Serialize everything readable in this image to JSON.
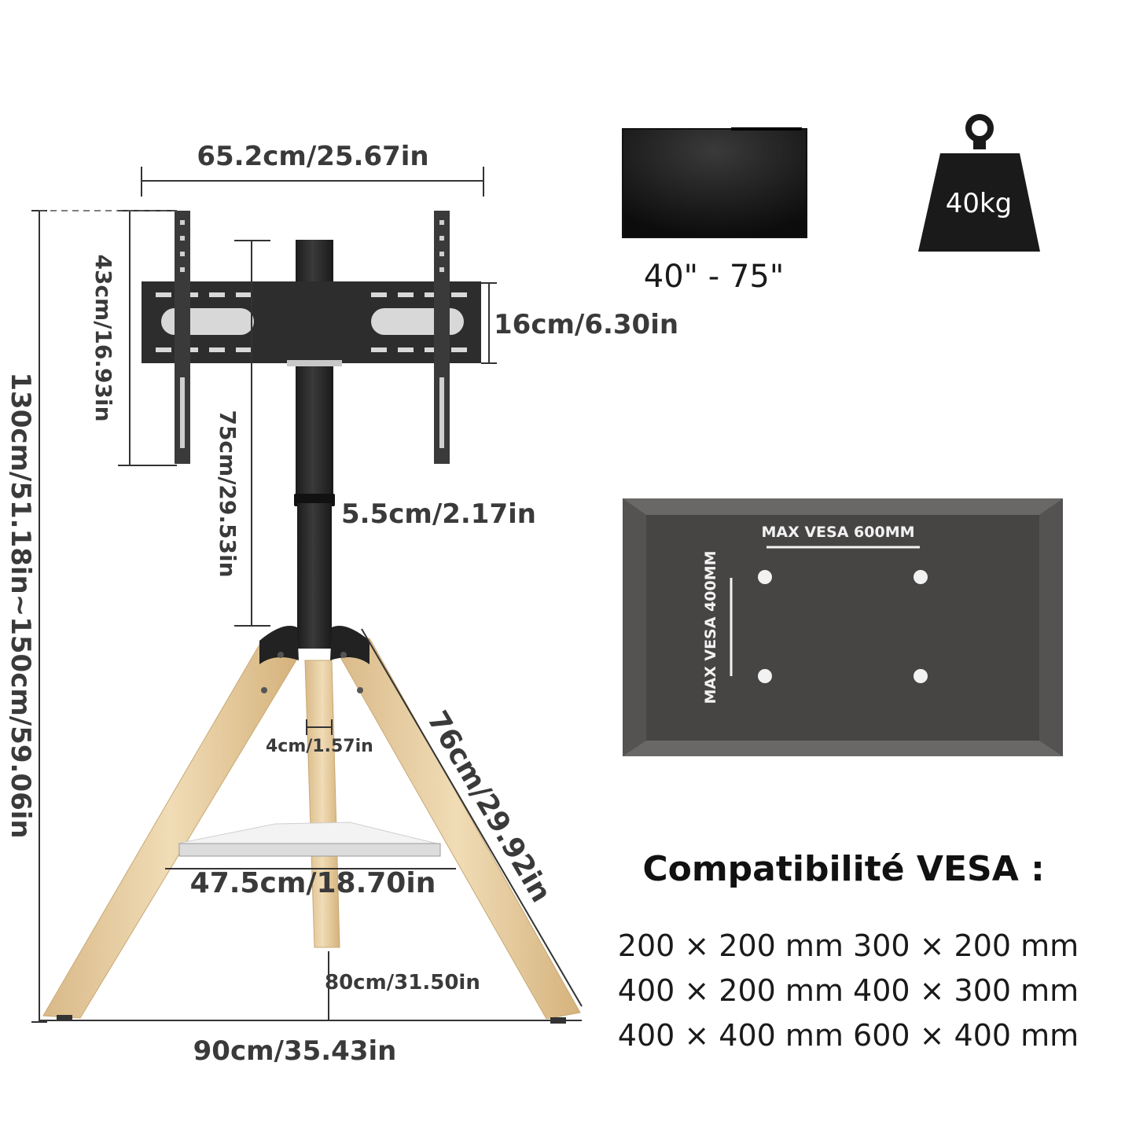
{
  "dimensions": {
    "mount_width": "65.2cm/25.67in",
    "mount_height": "43cm/16.93in",
    "bracket_height": "16cm/6.30in",
    "total_height": "130cm/51.18in~150cm/59.06in",
    "column_height": "75cm/29.53in",
    "column_diameter": "5.5cm/2.17in",
    "leg_width": "4cm/1.57in",
    "leg_length": "76cm/29.92in",
    "shelf_width": "47.5cm/18.70in",
    "depth": "80cm/31.50in",
    "base_width": "90cm/35.43in"
  },
  "screen_size": "40\" - 75\"",
  "max_load": "40kg",
  "vesa": {
    "max_horizontal": "MAX VESA 600MM",
    "max_vertical": "MAX VESA 400MM"
  },
  "compatibility": {
    "title": "Compatibilité VESA :",
    "lines": [
      "200 × 200 mm 300 × 200 mm",
      "400 × 200 mm 400 × 300 mm",
      "400 × 400 mm 600 × 400 mm"
    ]
  },
  "colors": {
    "metal": "#2b2b2b",
    "wood": "#e3c79a",
    "wood_edge": "#c9a873",
    "vesa_panel": "#474444",
    "shelf": "#eeeeee"
  }
}
